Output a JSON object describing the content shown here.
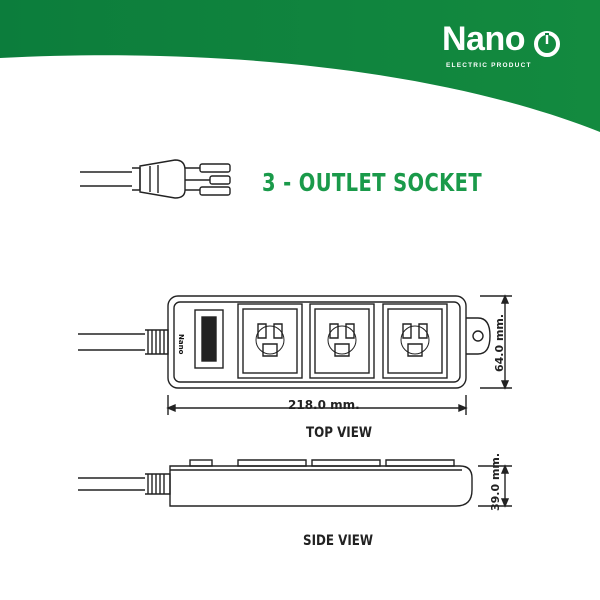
{
  "brand": {
    "name": "Nano",
    "tagline": "ELECTRIC PRODUCT",
    "colors": {
      "green_dark": "#0b7a3a",
      "green_light": "#1fa84f",
      "title_green": "#1a9a4a"
    }
  },
  "product": {
    "title": "3 - OUTLET SOCKET"
  },
  "diagram": {
    "top_view_label": "TOP VIEW",
    "side_view_label": "SIDE VIEW",
    "dimensions": {
      "width": "218.0 mm.",
      "height": "64.0 mm.",
      "depth": "39.0 mm."
    },
    "switch_label": "Nano",
    "outlet_count": 3
  }
}
